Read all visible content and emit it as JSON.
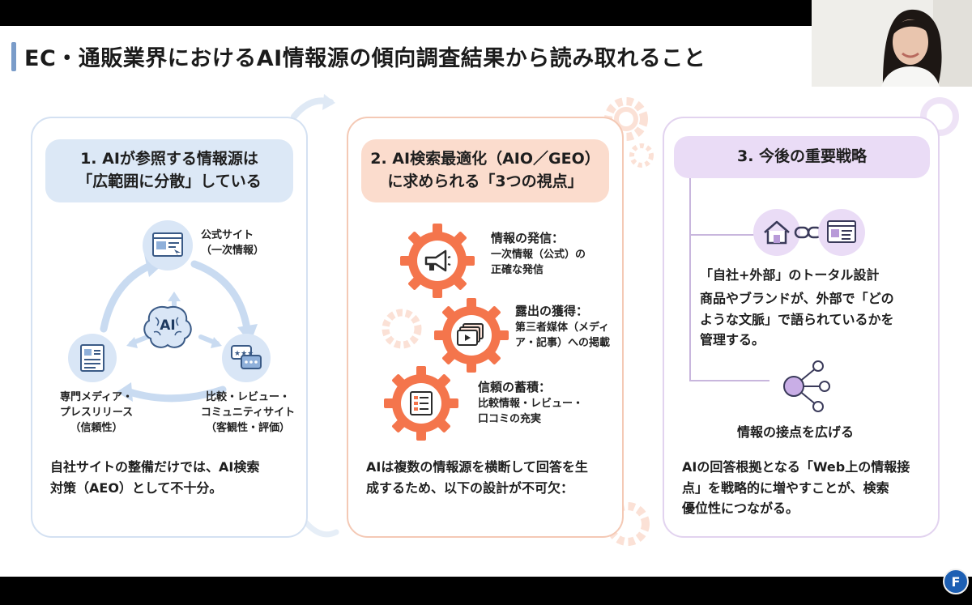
{
  "slide": {
    "title": "EC・通販業界におけるAI情報源の傾向調査結果から読み取れること"
  },
  "card1": {
    "heading_line1": "1. AIが参照する情報源は",
    "heading_line2": "「広範囲に分散」している",
    "center_label": "AI",
    "node_official_line1": "公式サイト",
    "node_official_line2": "（一次情報）",
    "node_media_line1": "専門メディア・",
    "node_media_line2": "プレスリリース",
    "node_media_line3": "（信頼性）",
    "node_review_line1": "比較・レビュー・",
    "node_review_line2": "コミュニティサイト",
    "node_review_line3": "（客観性・評価）",
    "bottom_line1": "自社サイトの整備だけでは、AI検索",
    "bottom_line2": "対策（AEO）として不十分。"
  },
  "card2": {
    "heading_line1": "2. AI検索最適化（AIO／GEO）",
    "heading_line2": "に求められる「3つの視点」",
    "item1_title": "情報の発信：",
    "item1_line1": "一次情報（公式）の",
    "item1_line2": "正確な発信",
    "item2_title": "露出の獲得：",
    "item2_line1": "第三者媒体（メディ",
    "item2_line2": "ア・記事）への掲載",
    "item3_title": "信頼の蓄積：",
    "item3_line1": "比較情報・レビュー・",
    "item3_line2": "口コミの充実",
    "bottom_line1": "AIは複数の情報源を横断して回答を生",
    "bottom_line2": "成するため、以下の設計が不可欠："
  },
  "card3": {
    "heading": "3. 今後の重要戦略",
    "section1_title": "「自社+外部」のトータル設計",
    "section1_line1": "商品やブランドが、外部で「どの",
    "section1_line2": "ような文脈」で語られているかを",
    "section1_line3": "管理する。",
    "section2_title": "情報の接点を広げる",
    "bottom_line1": "AIの回答根拠となる「Web上の情報接",
    "bottom_line2": "点」を戦略的に増やすことが、検索",
    "bottom_line3": "優位性につながる。"
  },
  "branding": {
    "logo_letter": "F"
  }
}
